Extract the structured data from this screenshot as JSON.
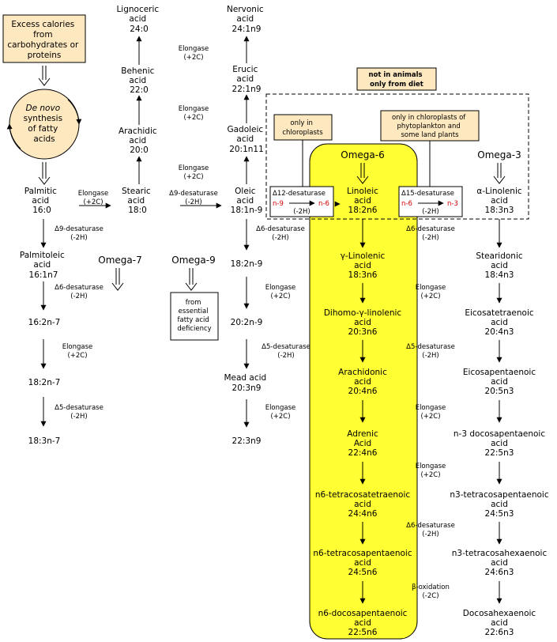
{
  "source_box": [
    "Excess calories",
    "from",
    "carbohydrates or",
    "proteins"
  ],
  "denovo": [
    "De novo",
    "synthesis",
    "of fatty",
    "acids"
  ],
  "palmitic": [
    "Palmitic",
    "acid",
    "16:0"
  ],
  "stearic": [
    "Stearic",
    "acid",
    "18:0"
  ],
  "arachidic": [
    "Arachidic",
    "acid",
    "20:0"
  ],
  "behenic": [
    "Behenic",
    "acid",
    "22:0"
  ],
  "lignoceric": [
    "Lignoceric",
    "acid",
    "24:0"
  ],
  "oleic": [
    "Oleic",
    "acid",
    "18:1n-9"
  ],
  "gadoleic": [
    "Gadoleic",
    "acid",
    "20:1n11"
  ],
  "erucic": [
    "Erucic",
    "acid",
    "22:1n9"
  ],
  "nervonic": [
    "Nervonic",
    "acid",
    "24:1n9"
  ],
  "palmitoleic": [
    "Palmitoleic",
    "acid",
    "16:1n7"
  ],
  "n7_chain": [
    "16:2n-7",
    "18:2n-7",
    "18:3n-7"
  ],
  "n9_chain": [
    "18:2n-9",
    "20:2n-9"
  ],
  "mead": [
    "Mead acid",
    "20:3n9"
  ],
  "n9_last": "22:3n9",
  "labels": {
    "omega6": "Omega-6",
    "omega3": "Omega-3",
    "omega7": "Omega-7",
    "omega9": "Omega-9"
  },
  "deficiency_box": [
    "from",
    "essential",
    "fatty acid",
    "deficiency"
  ],
  "not_in_animals": [
    "not in animals",
    "only from diet"
  ],
  "chloroplasts_box": [
    "only in",
    "chloroplasts"
  ],
  "phytoplankton_box": [
    "only in chloroplasts of",
    "phytoplankton and",
    "some land plants"
  ],
  "d12": {
    "name": "Δ12-desaturase",
    "from": "n-9",
    "to": "n-6",
    "change": "(-2H)"
  },
  "d15": {
    "name": "Δ15-desaturase",
    "from": "n-6",
    "to": "n-3",
    "change": "(-2H)"
  },
  "omega6_chain": [
    [
      "Linoleic",
      "acid",
      "18:2n6"
    ],
    [
      "γ-Linolenic",
      "acid",
      "18:3n6"
    ],
    [
      "Dihomo-γ-linolenic",
      "acid",
      "20:3n6"
    ],
    [
      "Arachidonic",
      "acid",
      "20:4n6"
    ],
    [
      "Adrenic",
      "Acid",
      "22:4n6"
    ],
    [
      "n6-tetracosatetraenoic",
      "acid",
      "24:4n6"
    ],
    [
      "n6-tetracosapentaenoic",
      "acid",
      "24:5n6"
    ],
    [
      "n6-docosapentaenoic",
      "acid",
      "22:5n6"
    ]
  ],
  "omega3_chain": [
    [
      "α-Linolenic",
      "acid",
      "18:3n3"
    ],
    [
      "Stearidonic",
      "acid",
      "18:4n3"
    ],
    [
      "Eicosatetraenoic",
      "acid",
      "20:4n3"
    ],
    [
      "Eicosapentaenoic",
      "acid",
      "20:5n3"
    ],
    [
      "n-3 docosapentaenoic",
      "acid",
      "22:5n3"
    ],
    [
      "n3-tetracosapentaenoic",
      "acid",
      "24:5n3"
    ],
    [
      "n3-tetracosahexaenoic",
      "acid",
      "24:6n3"
    ],
    [
      "Docosahexaenoic",
      "acid",
      "22:6n3"
    ]
  ],
  "enzymes": {
    "elongase": [
      "Elongase",
      "(+2C)"
    ],
    "d9": [
      "Δ9-desaturase",
      "(-2H)"
    ],
    "d6": [
      "Δ6-desaturase",
      "(-2H)"
    ],
    "d5": [
      "Δ5-desaturase",
      "(-2H)"
    ],
    "beta": [
      "β-oxidation",
      "(-2C)"
    ]
  },
  "colors": {
    "highlight": "#ffff33",
    "box_fill": "#fde8c0",
    "red": "#d40000"
  }
}
